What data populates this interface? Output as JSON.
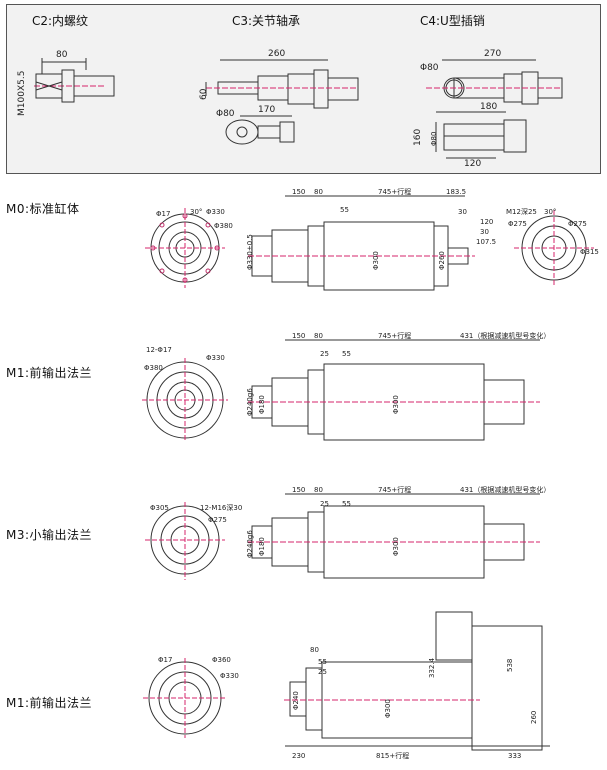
{
  "top": {
    "c2": {
      "title": "C2:内螺纹",
      "dim_len": "80",
      "dim_thread": "M100X5.5"
    },
    "c3": {
      "title": "C3:关节轴承",
      "dim_len": "260",
      "dim_h": "60",
      "dim_len2": "170",
      "dim_dia": "Φ80"
    },
    "c4": {
      "title": "C4:U型插销",
      "dim_len": "270",
      "dim_dia": "Φ80",
      "dim_len2": "180",
      "dim_h": "160",
      "dim_slot": "Φ80",
      "dim_w": "120"
    }
  },
  "sections": [
    {
      "label": "M0:标准缸体",
      "front_top": "30°",
      "front_dia_small": "Φ17",
      "front_dia1": "Φ330",
      "front_dia2": "Φ380",
      "dims": {
        "d150": "150",
        "d80": "80",
        "stroke": "745+行程",
        "d183": "183.5",
        "d30": "30",
        "d55": "55",
        "d120": "120",
        "d30b": "30",
        "d107": "107.5",
        "d330": "Φ330±0.5",
        "d300": "Φ300",
        "d260": "Φ260"
      },
      "right_top": "30°",
      "right_dia_small": "M12深25",
      "right_dia1": "Φ275",
      "right_dia2": "Φ275",
      "right_dia3": "Φ315"
    },
    {
      "label": "M1:前输出法兰",
      "front_top": "12-Φ17",
      "front_dia1": "Φ330",
      "front_dia2": "Φ380",
      "dims": {
        "d150": "150",
        "d80": "80",
        "stroke": "745+行程",
        "d431": "431（根据减速机型号变化）",
        "d25": "25",
        "d55": "55",
        "d300": "Φ300",
        "d240": "Φ240g6",
        "d180": "Φ180"
      }
    },
    {
      "label": "M3:小输出法兰",
      "front_top": "12-M16深30",
      "front_dia1": "Φ305",
      "front_dia2": "Φ275",
      "dims": {
        "d150": "150",
        "d80": "80",
        "stroke": "745+行程",
        "d431": "431（根据减速机型号变化）",
        "d25": "25",
        "d55": "55",
        "d300": "Φ300",
        "d240": "Φ240g6",
        "d180": "Φ180"
      }
    },
    {
      "label": "M1:前输出法兰",
      "front_dia_small": "Φ17",
      "front_dia1": "Φ360",
      "front_dia2": "Φ330",
      "dims": {
        "d80": "80",
        "d55": "55",
        "d25": "25",
        "d230": "230",
        "stroke": "815+行程",
        "d333": "333",
        "d332": "332.4",
        "d538": "538",
        "d260": "260",
        "d300": "Φ300",
        "d240": "Φ240"
      }
    }
  ],
  "colors": {
    "line": "#333333",
    "center": "#d6246b",
    "box": "#f2f2f2"
  }
}
